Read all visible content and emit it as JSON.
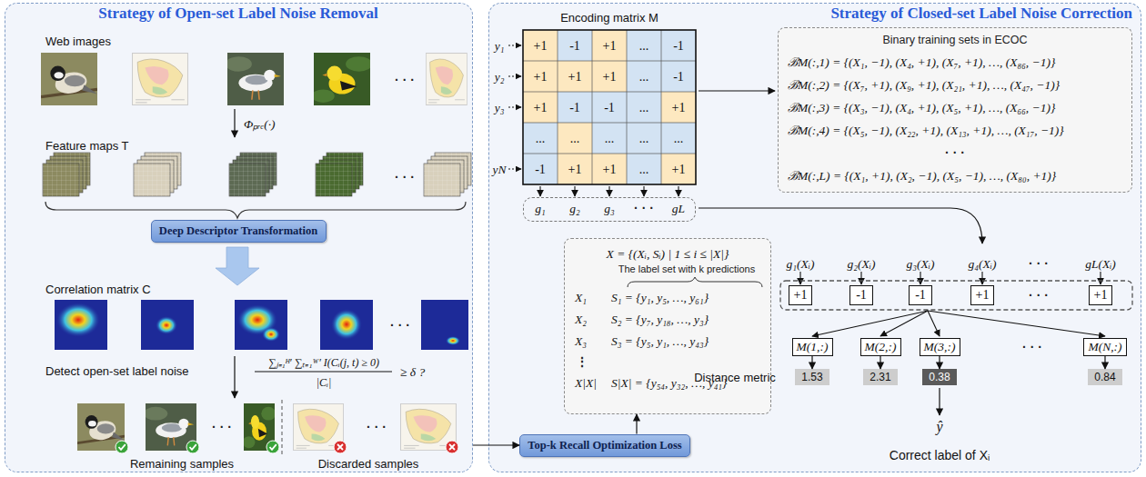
{
  "diagram": {
    "nodes": [
      {
        "text": [
          "Strategy of Open-set Label Noise Removal"
        ]
      },
      {
        "text": [
          "Deep Descriptor Transformation"
        ],
        "in": 0
      },
      {
        "text": [
          "Strategy of Closed-set Label Noise Correction"
        ]
      },
      {
        "text": [
          "Binary training sets in ECOC",
          "ℬM(:,1) = {(X₁, −1), (X₄, +1), (X₇, +1), …, (X₈₆, −1)}",
          "ℬM(:,2) = {(X₇, +1), (X₉, +1), (X₂₁, +1), …, (X₄₇, −1)}",
          "ℬM(:,3) = {(X₃, −1), (X₄, +1), (X₅, +1), …, (X₆₆, −1)}",
          "ℬM(:,4) = {(X₅, −1), (X₂₂, +1), (X₁₃, +1), …, (X₁₇, −1)}",
          "· · ·",
          "ℬM(:,L) = {(X₁, +1), (X₂, −1), (X₅, −1), …, (X₈₀, +1)}"
        ],
        "in": 2
      },
      {
        "text": [
          "g₁",
          "g₂",
          "g₃",
          "· · ·",
          "gL"
        ],
        "in": 2
      },
      {
        "text": [
          "X = {(Xᵢ, Sᵢ) | 1 ≤ i ≤ |X|}",
          "The label set with k predictions",
          "X₁",
          "S₁ = {y₁, y₅, …, y₆₁}",
          "X₂",
          "S₂ = {y₇, y₁₈, …, y₃}",
          "X₃",
          "S₃ = {y₅, y₁, …, y₄₃}",
          "⋮",
          "X|X|",
          "S|X| = {y₅₄, y₃₂, …, y₄₁}"
        ],
        "in": 2
      },
      {
        "text": [
          "Top-k Recall Optimization Loss"
        ],
        "in": 2
      },
      {
        "text": [
          "+1"
        ],
        "in": 2
      },
      {
        "text": [
          "-1"
        ],
        "in": 2
      },
      {
        "text": [
          "-1"
        ],
        "in": 2
      },
      {
        "text": [
          "+1"
        ],
        "in": 2
      },
      {
        "text": [
          "+1"
        ],
        "in": 2
      },
      {
        "text": [
          "M(1,:)"
        ],
        "in": 2
      },
      {
        "text": [
          "M(2,:)"
        ],
        "in": 2
      },
      {
        "text": [
          "M(3,:)"
        ],
        "in": 2
      },
      {
        "text": [
          "M(N,:)"
        ],
        "in": 2
      },
      {
        "text": [
          "1.53"
        ],
        "in": 2
      },
      {
        "text": [
          "2.31"
        ],
        "in": 2
      },
      {
        "text": [
          "0.38"
        ],
        "in": 2
      },
      {
        "text": [
          "0.84"
        ],
        "in": 2
      }
    ],
    "edges": [
      {
        "from": 0,
        "to": 6,
        "arrow": "to"
      },
      {
        "from": 6,
        "to": 5,
        "arrow": "to"
      },
      {
        "from": 12,
        "to": 16,
        "arrow": "to"
      },
      {
        "from": 13,
        "to": 17,
        "arrow": "to"
      },
      {
        "from": 14,
        "to": 18,
        "arrow": "to"
      },
      {
        "from": 15,
        "to": 19,
        "arrow": "to"
      }
    ],
    "labels": [
      "Web images",
      "· · ·",
      "Φₚᵣₑ(·)",
      "Feature maps T",
      "· · ·",
      "Correlation matrix C",
      "· · ·",
      "Detect open-set label noise",
      "∑ⱼ₌₁ᴴ′ ∑ₜ₌₁ᵂ′ I(Cᵢ(j, t) ≥ 0)",
      "|Cᵢ|",
      "≥ δ ?",
      "· · ·",
      "· · ·",
      "Remaining samples",
      "Discarded samples",
      "Encoding matrix M",
      "y₁",
      "y₂",
      "y₃",
      "yN",
      "+1",
      "-1",
      "+1",
      "...",
      "-1",
      "+1",
      "+1",
      "+1",
      "...",
      "-1",
      "+1",
      "-1",
      "-1",
      "...",
      "+1",
      "...",
      "...",
      "...",
      "...",
      "...",
      "-1",
      "+1",
      "+1",
      "...",
      "+1",
      "g₁(Xᵢ)",
      "g₂(Xᵢ)",
      "g₃(Xᵢ)",
      "g₄(Xᵢ)",
      "· · ·",
      "gL(Xᵢ)",
      "· · ·",
      "· · ·",
      "Distance metric",
      "ŷ",
      "Correct label of Xᵢ"
    ]
  }
}
